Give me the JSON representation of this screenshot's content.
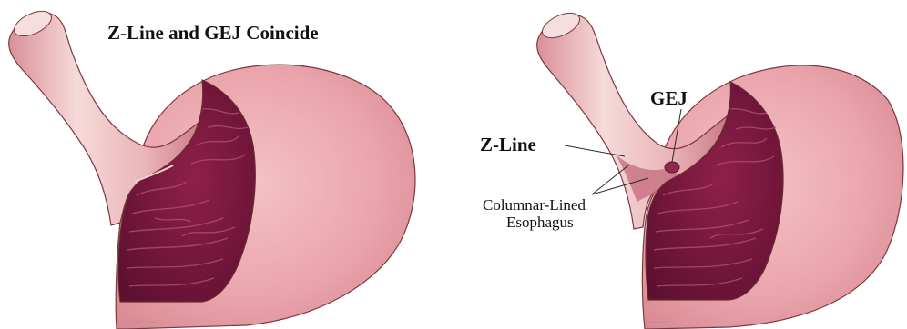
{
  "left_panel": {
    "title": "Z-Line and GEJ Coincide"
  },
  "right_panel": {
    "label_gej": "GEJ",
    "label_zline": "Z-Line",
    "label_cle_line1": "Columnar-Lined",
    "label_cle_line2": "Esophagus"
  },
  "colors": {
    "stomach_wall": "#eaa8ae",
    "stomach_shadow": "#d9848d",
    "esophagus_tube": "#e9b6b8",
    "mucosa_dark": "#7a1a3c",
    "rugae": "#a8426a",
    "outline": "#6a2a32",
    "squamous_pale": "#f3d7d5"
  }
}
